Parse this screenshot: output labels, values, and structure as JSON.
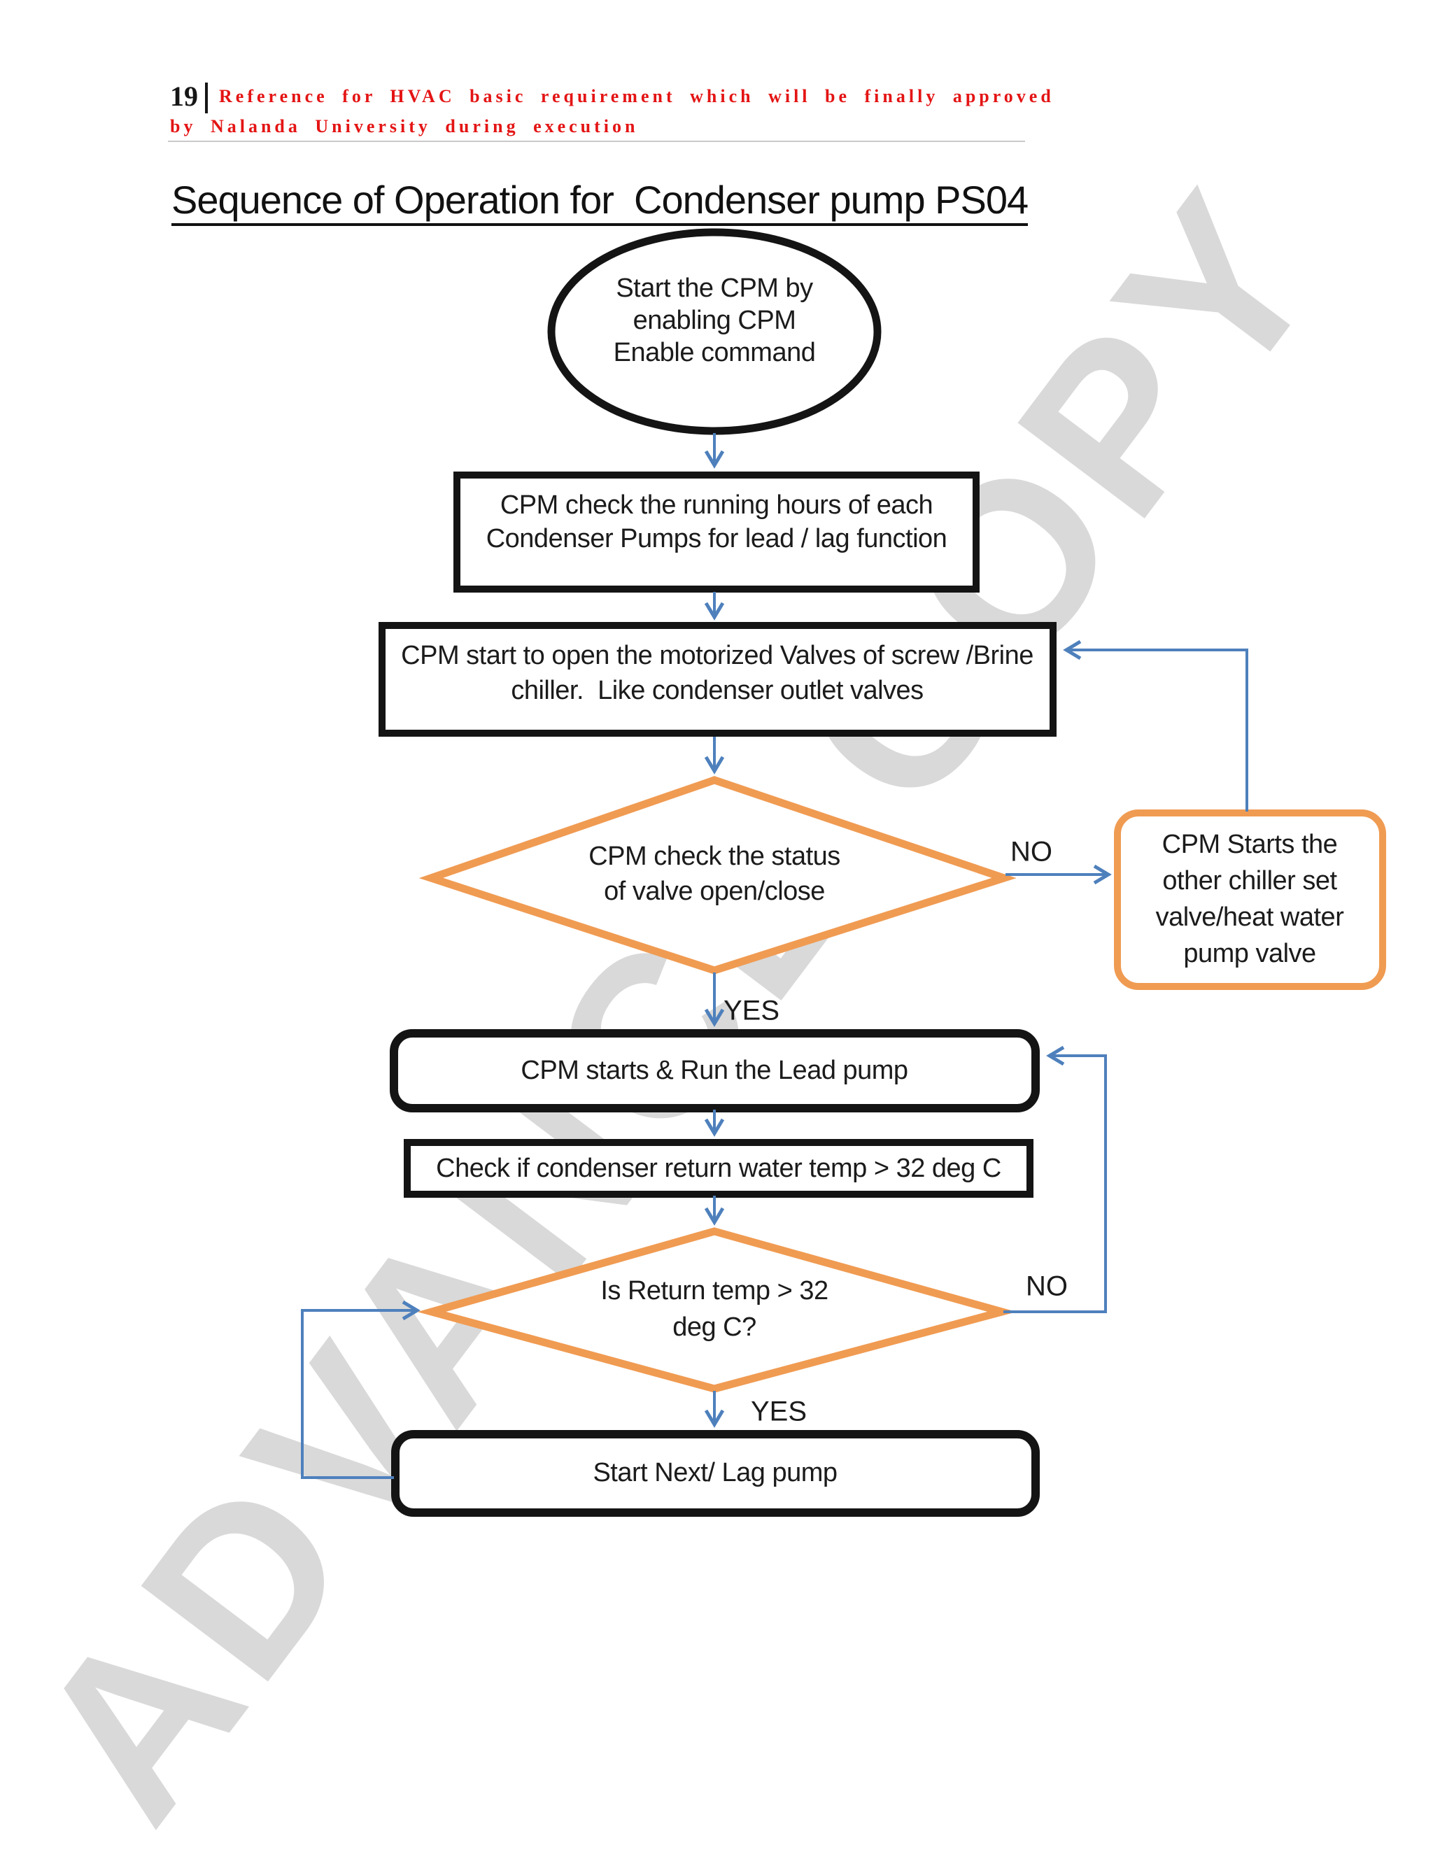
{
  "header": {
    "page_number": "19",
    "separator": "|",
    "line1": "Reference for HVAC basic requirement which will be finally approved",
    "line2": "by Nalanda University during execution"
  },
  "title": "Sequence of Operation for  Condenser pump PS04",
  "watermark": "ADVANCE COPY",
  "flowchart": {
    "start_ellipse": "Start the CPM by\nenabling CPM\nEnable command",
    "check_hours_box": "CPM check the running hours of each\nCondenser Pumps for lead / lag function",
    "open_valves_box": "CPM start to open the motorized Valves of screw /Brine\nchiller.  Like condenser outlet valves",
    "valve_status_diamond": "CPM check the status\nof valve open/close",
    "other_chiller_box": "CPM Starts the\nother chiller set\nvalve/heat water\npump valve",
    "lead_pump_box": "CPM starts & Run the Lead pump",
    "return_temp_box": "Check if condenser return water temp > 32 deg C",
    "return_temp_diamond": "Is Return temp > 32\ndeg C?",
    "lag_pump_box": "Start Next/ Lag pump",
    "labels": {
      "no1": "NO",
      "yes1": "YES",
      "no2": "NO",
      "yes2": "YES"
    }
  },
  "colors": {
    "connector_blue": "#4E80BC",
    "shape_orange": "#F09B52",
    "shape_black": "#141414",
    "header_red": "#E41414",
    "watermark_gray": "#D9D9D9"
  }
}
